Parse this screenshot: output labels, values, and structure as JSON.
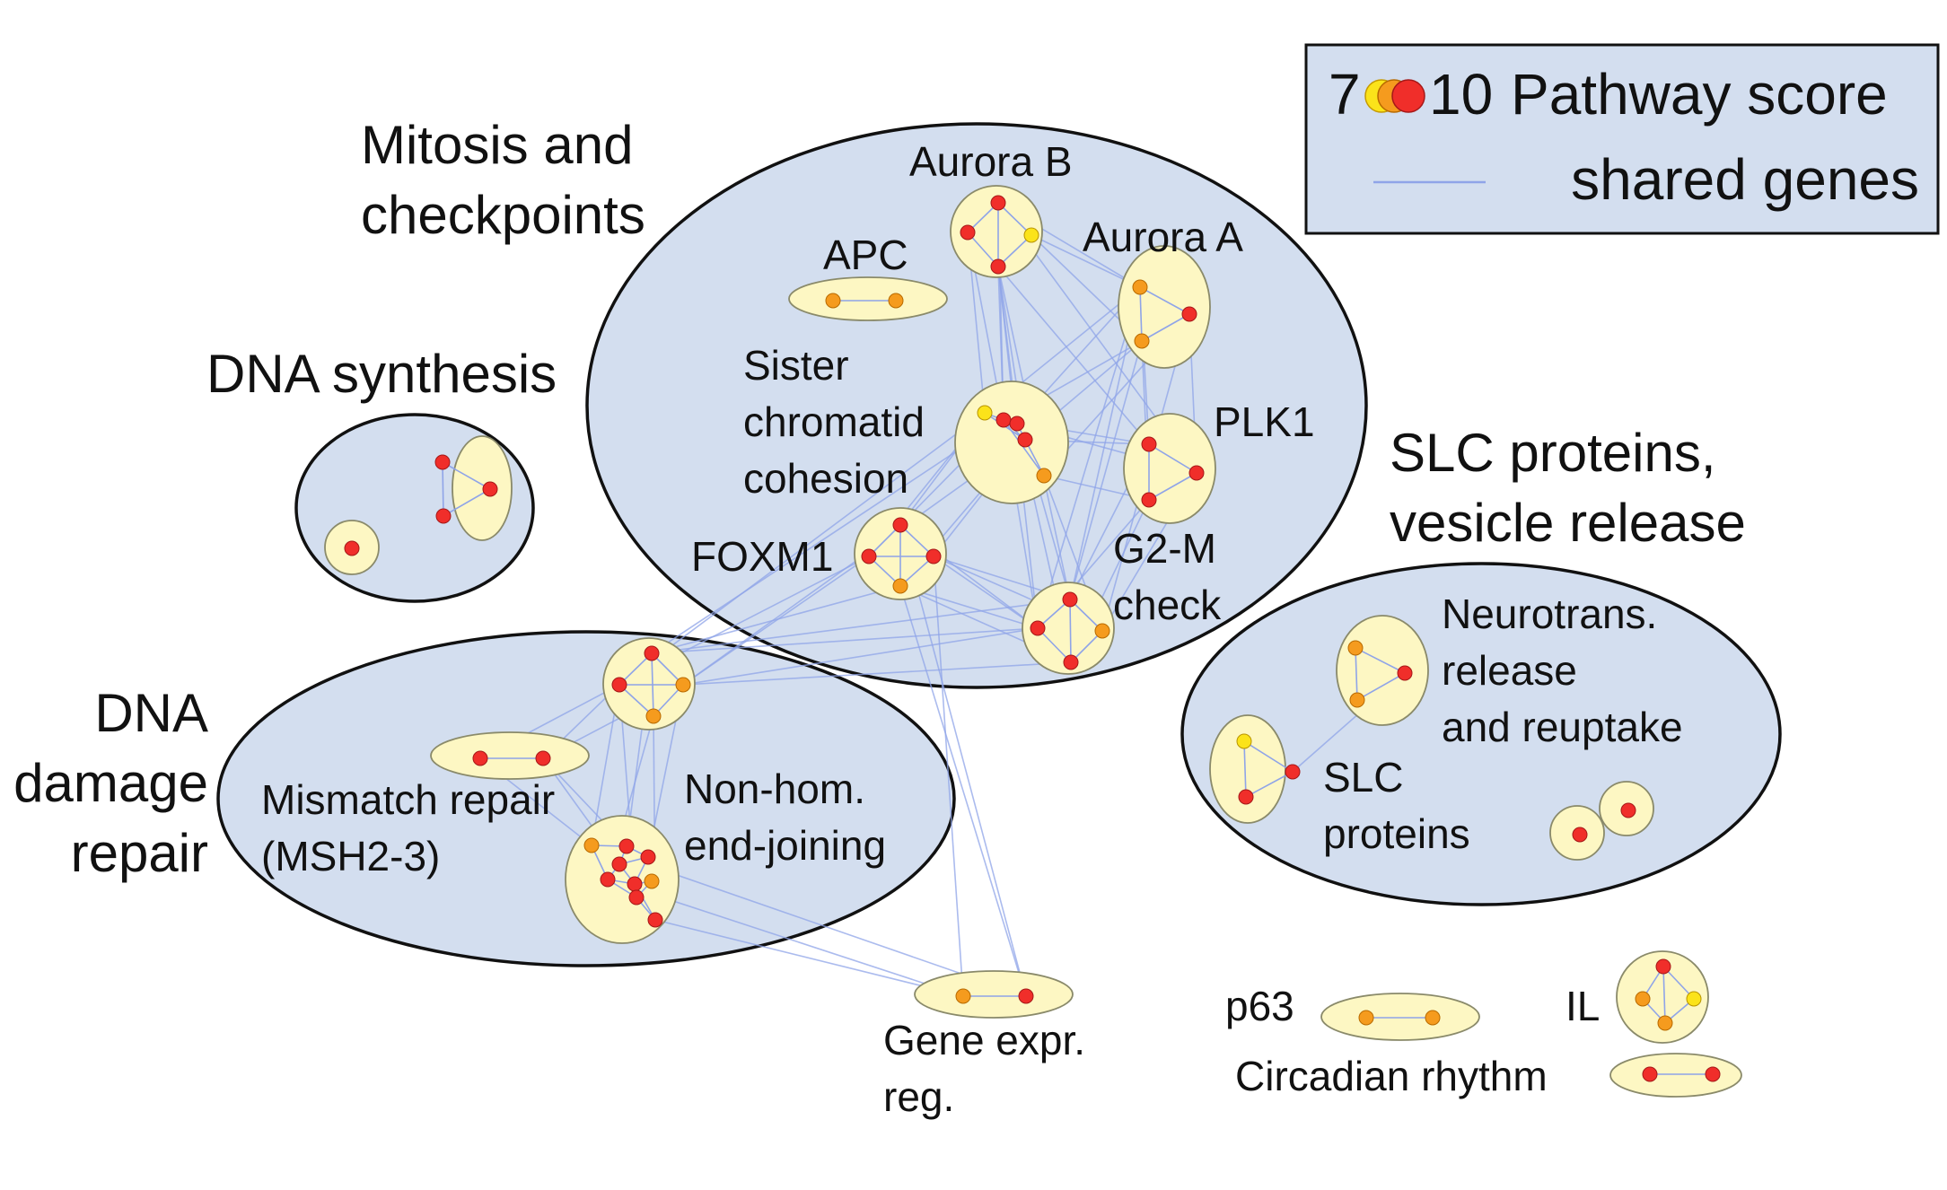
{
  "colors": {
    "group_fill": "#d3deef",
    "group_stroke": "#111111",
    "cluster_fill": "#fdf7c3",
    "cluster_stroke": "#8a8a6a",
    "edge": "#8fa4e8",
    "score_low": "#fbe31a",
    "score_mid": "#f59b1e",
    "score_high": "#f02e2a"
  },
  "legend": {
    "score_min": "7",
    "score_max": "10",
    "score_label": "Pathway score",
    "edge_label": "shared genes"
  },
  "groups": {
    "mitosis": {
      "line1": "Mitosis and",
      "line2": "checkpoints"
    },
    "dna_synthesis": {
      "line1": "DNA synthesis"
    },
    "dna_damage": {
      "line1": "DNA",
      "line2": "damage",
      "line3": "repair"
    },
    "slc_vesicle": {
      "line1": "SLC proteins,",
      "line2": "vesicle release"
    }
  },
  "clusters": {
    "aurora_b": "Aurora B",
    "apc": "APC",
    "aurora_a": "Aurora A",
    "sister_chromatid": {
      "line1": "Sister",
      "line2": "chromatid",
      "line3": "cohesion"
    },
    "plk1": "PLK1",
    "foxm1": "FOXM1",
    "g2m": {
      "line1": "G2-M",
      "line2": "check"
    },
    "mismatch": {
      "line1": "Mismatch repair",
      "line2": "(MSH2-3)"
    },
    "nhej": {
      "line1": "Non-hom.",
      "line2": "end-joining"
    },
    "neurotrans": {
      "line1": "Neurotrans.",
      "line2": "release",
      "line3": "and reuptake"
    },
    "slc_proteins": {
      "line1": "SLC",
      "line2": "proteins"
    },
    "gene_expr": {
      "line1": "Gene expr.",
      "line2": "reg."
    },
    "p63": "p63",
    "il": "IL",
    "circadian": "Circadian rhythm"
  }
}
